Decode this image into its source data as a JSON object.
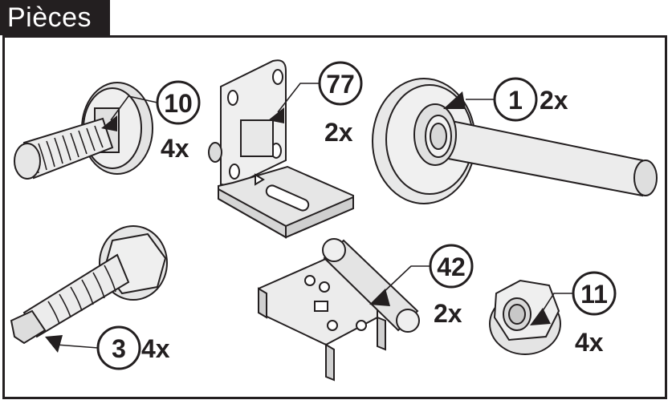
{
  "title": "Pièces",
  "colors": {
    "ink": "#231f20",
    "part_fill": "#ececec",
    "part_shade": "#cfcfcf",
    "background": "#ffffff"
  },
  "parts": [
    {
      "id": "10",
      "qty": "4x",
      "name": "carriage-bolt"
    },
    {
      "id": "77",
      "qty": "2x",
      "name": "angle-bracket"
    },
    {
      "id": "1",
      "qty": "2x",
      "name": "roller-wheel"
    },
    {
      "id": "3",
      "qty": "4x",
      "name": "self-drilling-screw"
    },
    {
      "id": "42",
      "qty": "2x",
      "name": "hinge"
    },
    {
      "id": "11",
      "qty": "4x",
      "name": "flange-nut"
    }
  ]
}
